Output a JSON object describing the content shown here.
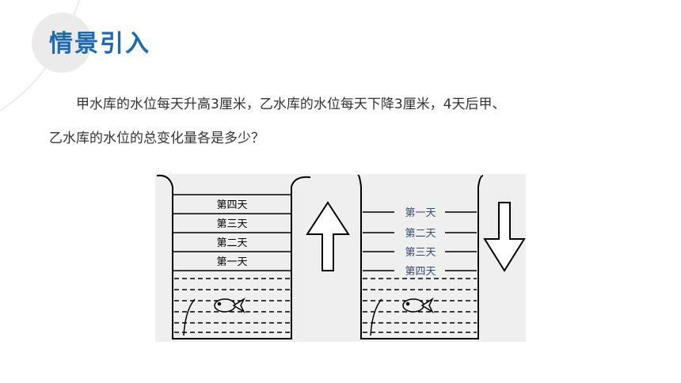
{
  "header": {
    "title": "情景引入"
  },
  "problem": {
    "line1": "甲水库的水位每天升高3厘米，乙水库的水位每天下降3厘米，4天后甲、",
    "line2": "乙水库的水位的总变化量各是多少？"
  },
  "figure": {
    "reservoir_a_days": [
      "第四天",
      "第三天",
      "第二天",
      "第一天"
    ],
    "reservoir_b_days": [
      "第一天",
      "第二天",
      "第三天",
      "第四天"
    ]
  },
  "colors": {
    "title": "#1a69b5",
    "text": "#333333",
    "figure_bg": "#efefef",
    "b_labels": "#3a4a72"
  }
}
